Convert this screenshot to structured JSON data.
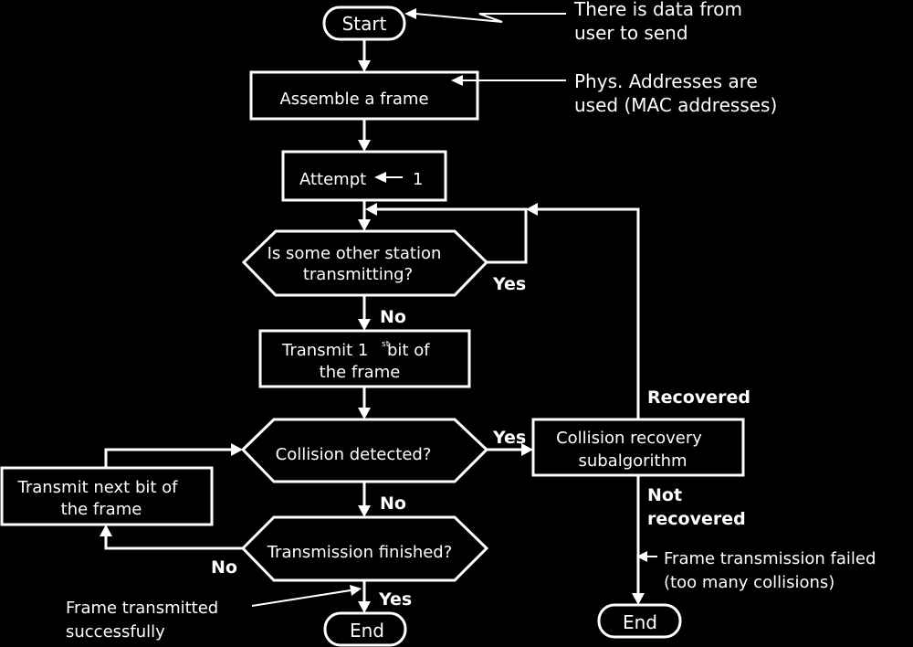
{
  "nodes": {
    "start": "Start",
    "assemble": "Assemble a frame",
    "attempt": "Attempt",
    "attempt_value": "1",
    "station_q_line1": "Is some other station",
    "station_q_line2": "transmitting?",
    "transmit_first_line1": "Transmit 1",
    "transmit_first_sup": "st",
    "transmit_first_line1b": "bit of",
    "transmit_first_line2": "the frame",
    "collision_q": "Collision detected?",
    "recovery_line1": "Collision recovery",
    "recovery_line2": "subalgorithm",
    "transmit_next_line1": "Transmit next bit of",
    "transmit_next_line2": "the frame",
    "finished_q": "Transmission finished?",
    "end_left": "End",
    "end_right": "End"
  },
  "edge_labels": {
    "yes_station": "Yes",
    "no_station": "No",
    "yes_collision": "Yes",
    "no_collision": "No",
    "no_finished": "No",
    "yes_finished": "Yes",
    "recovered": "Recovered",
    "not_recovered_line1": "Not",
    "not_recovered_line2": "recovered"
  },
  "annotations": {
    "data_line1": "There is data from",
    "data_line2": "user to send",
    "phys_line1": "Phys. Addresses are",
    "phys_line2": "used (MAC addresses)",
    "failed_line1": "Frame transmission failed",
    "failed_line2": "(too many collisions)",
    "success_line1": "Frame transmitted",
    "success_line2": "successfully"
  },
  "colors": {
    "background": "#000000",
    "foreground": "#ffffff"
  }
}
